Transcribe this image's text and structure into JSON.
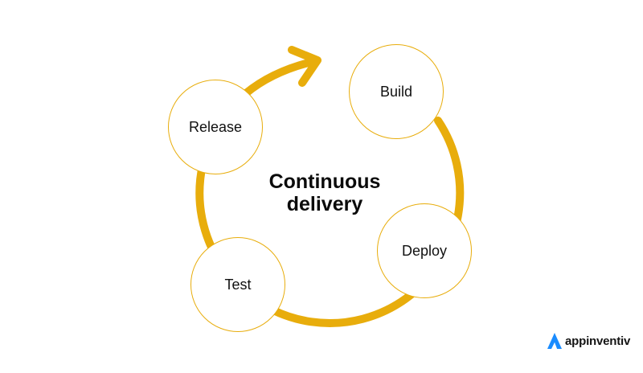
{
  "title": {
    "line1": "Continuous",
    "line2": "delivery"
  },
  "stages": [
    {
      "label": "Build"
    },
    {
      "label": "Deploy"
    },
    {
      "label": "Test"
    },
    {
      "label": "Release"
    }
  ],
  "brand": {
    "name": "appinventiv",
    "logo_icon": "appinventiv-a-icon",
    "logo_color": "#1a8cff"
  },
  "colors": {
    "accent": "#e8ad0c",
    "text": "#111111"
  }
}
